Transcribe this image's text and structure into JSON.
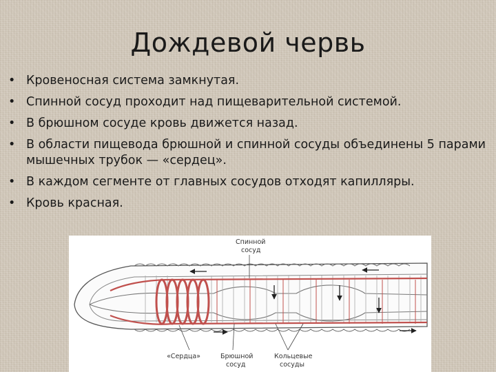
{
  "title": "Дождевой червь",
  "bullets": [
    "Кровеносная система замкнутая.",
    "Спинной сосуд проходит над пищеварительной системой.",
    "В брюшном сосуде кровь движется назад.",
    "В области пищевода брюшной и спинной сосуды объединены 5 парами мышечных трубок — «сердец».",
    "В каждом сегменте от главных сосудов отходят капилляры.",
    "Кровь красная."
  ],
  "bullet_symbol": "•",
  "figure": {
    "label_dorsal_line1": "Спинной",
    "label_dorsal_line2": "сосуд",
    "label_hearts": "«Сердца»",
    "label_ventral_line1": "Брюшной",
    "label_ventral_line2": "сосуд",
    "label_ring_line1": "Кольцевые",
    "label_ring_line2": "сосуды"
  },
  "colors": {
    "vessel_red": "#c0504d",
    "outline": "#555555",
    "background": "#cfc6b8"
  }
}
